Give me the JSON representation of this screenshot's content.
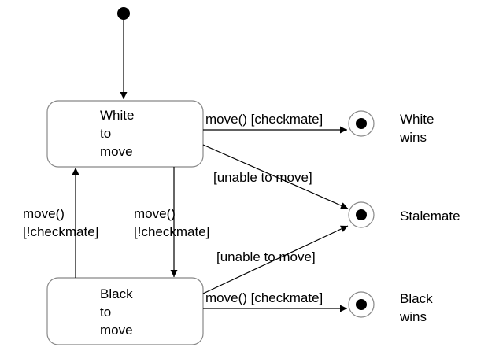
{
  "states": {
    "white_to_move": {
      "line1": "White",
      "line2": "to",
      "line3": "move"
    },
    "black_to_move": {
      "line1": "Black",
      "line2": "to",
      "line3": "move"
    }
  },
  "final_states": {
    "white_wins": {
      "line1": "White",
      "line2": "wins"
    },
    "stalemate": {
      "line1": "Stalemate"
    },
    "black_wins": {
      "line1": "Black",
      "line2": "wins"
    }
  },
  "transitions": {
    "white_checkmate": "move()  [checkmate]",
    "white_unable": "[unable to move]",
    "black_unable": "[unable to move]",
    "black_checkmate": "move()  [checkmate]",
    "black_to_white": {
      "line1": "move()",
      "line2": "[!checkmate]"
    },
    "white_to_black": {
      "line1": "move()",
      "line2": "[!checkmate]"
    }
  }
}
